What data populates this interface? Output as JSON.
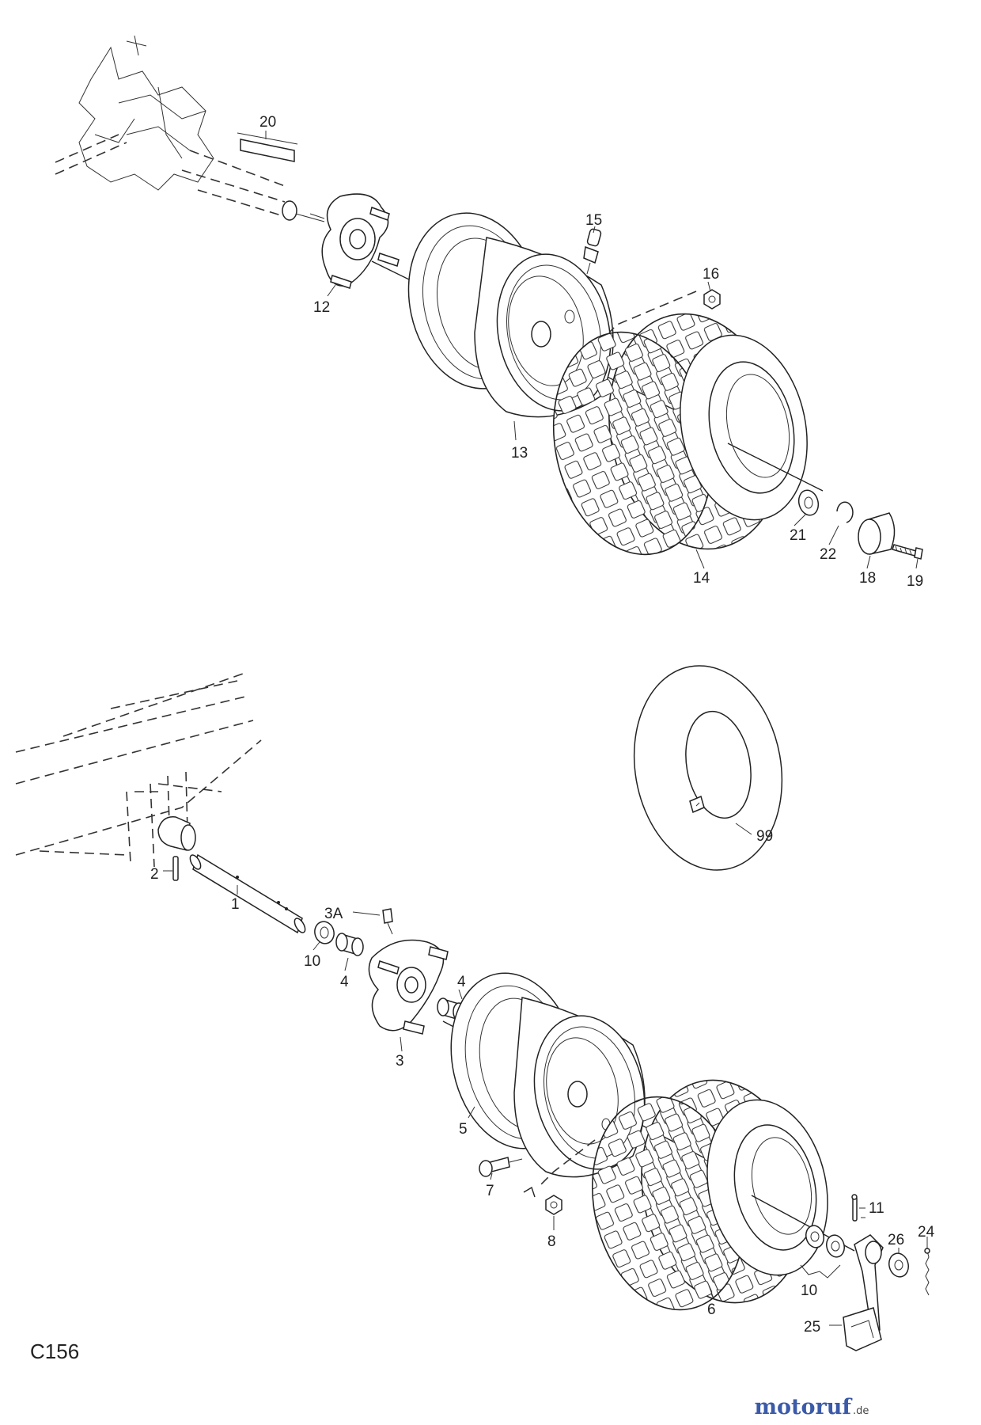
{
  "diagram": {
    "figure_code": "C156",
    "callouts": {
      "p20": "20",
      "p15": "15",
      "p16": "16",
      "p12": "12",
      "p13": "13",
      "p14": "14",
      "p21": "21",
      "p22": "22",
      "p18": "18",
      "p19": "19",
      "p99": "99",
      "p2": "2",
      "p1": "1",
      "p3A": "3A",
      "p10a": "10",
      "p4a": "4",
      "p4b": "4",
      "p3": "3",
      "p5": "5",
      "p7": "7",
      "p8": "8",
      "p11": "11",
      "p26": "26",
      "p24": "24",
      "p10b": "10",
      "p6": "6",
      "p25": "25"
    }
  },
  "watermark": {
    "name": "motoruf",
    "tld": ".de",
    "color": "#3b5aa8"
  }
}
